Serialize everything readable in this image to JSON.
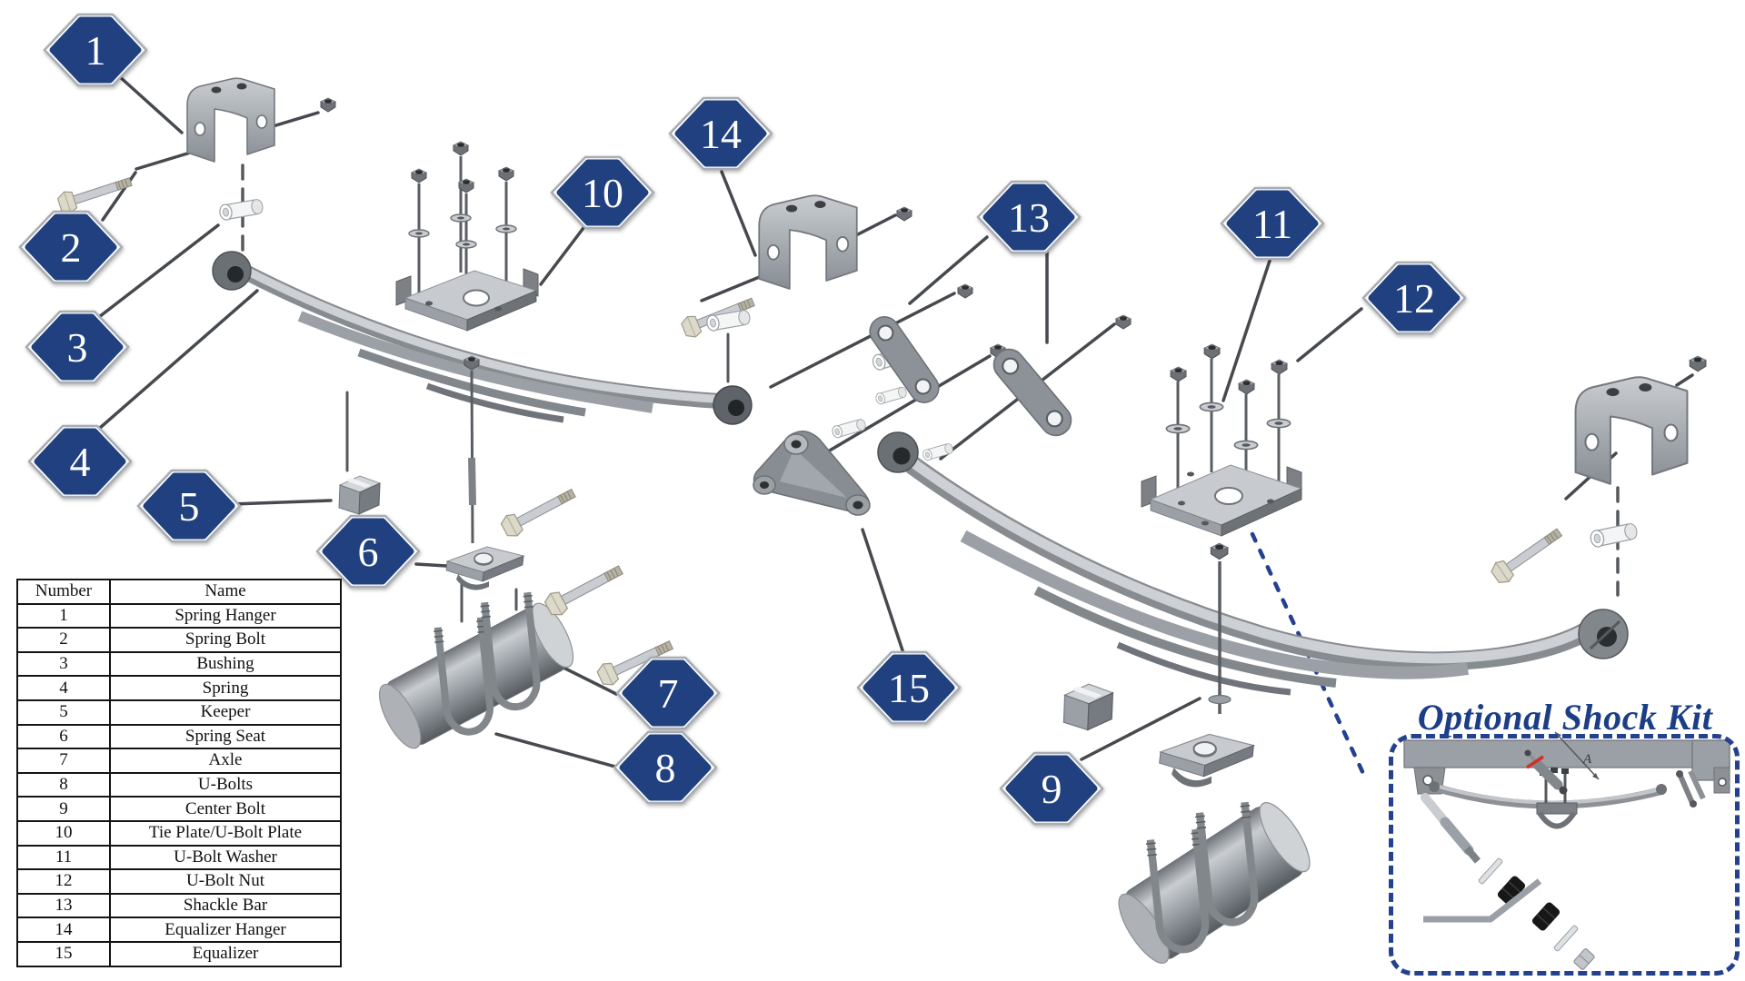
{
  "diagram_title": "Leaf spring suspension exploded parts diagram",
  "colors": {
    "badge_navy": "#20407f",
    "badge_rim": "#ffffff",
    "title_navy": "#1c3e86",
    "dashed_border_blue": "#24418f",
    "leader_line_gray": "#46494e",
    "metal_gray": "#9aa0a6",
    "red_mark": "#d03026"
  },
  "badges": [
    {
      "number": "1"
    },
    {
      "number": "2"
    },
    {
      "number": "3"
    },
    {
      "number": "4"
    },
    {
      "number": "5"
    },
    {
      "number": "6"
    },
    {
      "number": "7"
    },
    {
      "number": "8"
    },
    {
      "number": "9"
    },
    {
      "number": "10"
    },
    {
      "number": "11"
    },
    {
      "number": "12"
    },
    {
      "number": "13"
    },
    {
      "number": "14"
    },
    {
      "number": "15"
    }
  ],
  "table": {
    "headers": [
      "Number",
      "Name"
    ],
    "rows": [
      {
        "number": "1",
        "name": "Spring Hanger"
      },
      {
        "number": "2",
        "name": "Spring Bolt"
      },
      {
        "number": "3",
        "name": "Bushing"
      },
      {
        "number": "4",
        "name": "Spring"
      },
      {
        "number": "5",
        "name": "Keeper"
      },
      {
        "number": "6",
        "name": "Spring Seat"
      },
      {
        "number": "7",
        "name": "Axle"
      },
      {
        "number": "8",
        "name": "U-Bolts"
      },
      {
        "number": "9",
        "name": "Center Bolt"
      },
      {
        "number": "10",
        "name": "Tie Plate/U-Bolt Plate"
      },
      {
        "number": "11",
        "name": "U-Bolt Washer"
      },
      {
        "number": "12",
        "name": "U-Bolt Nut"
      },
      {
        "number": "13",
        "name": "Shackle Bar"
      },
      {
        "number": "14",
        "name": "Equalizer Hanger"
      },
      {
        "number": "15",
        "name": "Equalizer"
      }
    ]
  },
  "shock_kit": {
    "title": "Optional Shock Kit",
    "dimension_label": "A"
  }
}
